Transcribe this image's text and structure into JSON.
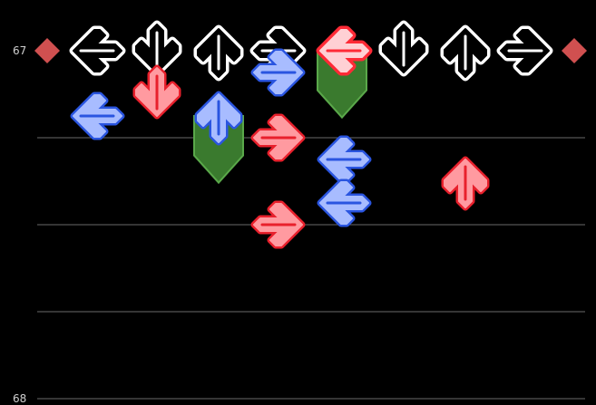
{
  "chart_editor": {
    "measure_labels": [
      "67",
      "68"
    ],
    "lanes": [
      "left",
      "down",
      "up",
      "right",
      "left",
      "down",
      "up",
      "right"
    ],
    "players": {
      "p1": {
        "lanes": [
          0,
          1,
          2,
          3
        ]
      },
      "p2": {
        "lanes": [
          4,
          5,
          6,
          7
        ]
      }
    },
    "receptor_highlight": {
      "lane": 4
    },
    "notes": [
      {
        "lane": 3,
        "beat": 0.25,
        "direction": "right",
        "quantization": "8th"
      },
      {
        "lane": 1,
        "beat": 0.5,
        "direction": "down",
        "quantization": "4th"
      },
      {
        "lane": 0,
        "beat": 0.75,
        "direction": "left",
        "quantization": "8th"
      },
      {
        "lane": 2,
        "beat": 0.75,
        "direction": "up",
        "quantization": "8th"
      },
      {
        "lane": 3,
        "beat": 1.0,
        "direction": "right",
        "quantization": "4th"
      },
      {
        "lane": 4,
        "beat": 1.25,
        "direction": "left",
        "quantization": "8th"
      },
      {
        "lane": 6,
        "beat": 1.5,
        "direction": "up",
        "quantization": "4th"
      },
      {
        "lane": 4,
        "beat": 1.75,
        "direction": "left",
        "quantization": "8th"
      },
      {
        "lane": 3,
        "beat": 2.0,
        "direction": "right",
        "quantization": "4th"
      }
    ],
    "holds": [
      {
        "lane": 4,
        "start_beat": 0.0,
        "end_beat": 0.35
      },
      {
        "lane": 2,
        "start_beat": 0.75,
        "end_beat": 1.1
      }
    ],
    "colors": {
      "background": "#000000",
      "beat_line": "#6a6a6a",
      "quant_4th": "#e8202c",
      "quant_4th_light": "#ff9aa0",
      "quant_8th": "#2a55e0",
      "quant_8th_light": "#a8bcff",
      "receptor": "#ffffff",
      "receptor_hit": "#ff2a36",
      "hold_body": "#3a7a2e",
      "hold_edge": "#5aa84a",
      "marker": "#d05050"
    }
  }
}
